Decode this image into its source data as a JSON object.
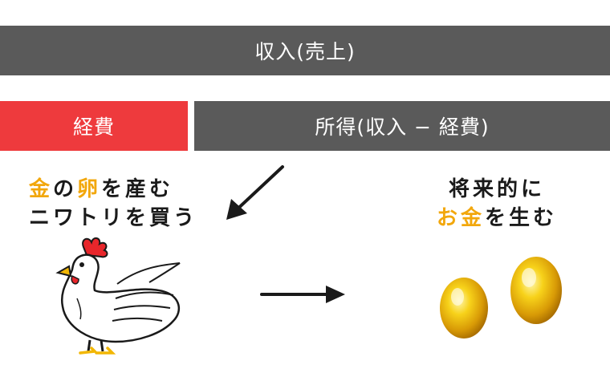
{
  "bars": {
    "income": "収入(売上)",
    "expense": "経費",
    "profit": "所得(収入 − 経費)"
  },
  "left_caption": {
    "line1_accent_a": "金",
    "line1_mid": "の",
    "line1_accent_b": "卵",
    "line1_rest": "を産む",
    "line2": "ニワトリを買う"
  },
  "right_caption": {
    "line1": "将来的に",
    "line2_accent_a": "お",
    "line2_mid": "",
    "line2_accent_b": "金",
    "line2_rest": "を生む"
  },
  "colors": {
    "bar_gray": "#5a5a5a",
    "expense_red": "#ee3a3d",
    "accent_gold": "#f2a70c"
  },
  "icons": [
    "arrow-down-left-icon",
    "arrow-right-icon",
    "chicken-icon",
    "golden-egg-icon"
  ]
}
